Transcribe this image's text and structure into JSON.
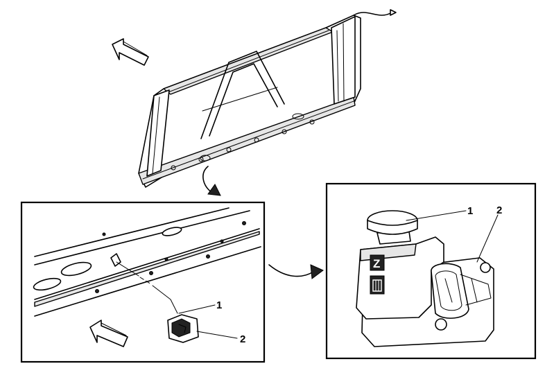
{
  "callouts": {
    "left_1": "1",
    "left_2": "2",
    "right_1": "1",
    "right_2": "2"
  },
  "stamp_letter": "Z"
}
